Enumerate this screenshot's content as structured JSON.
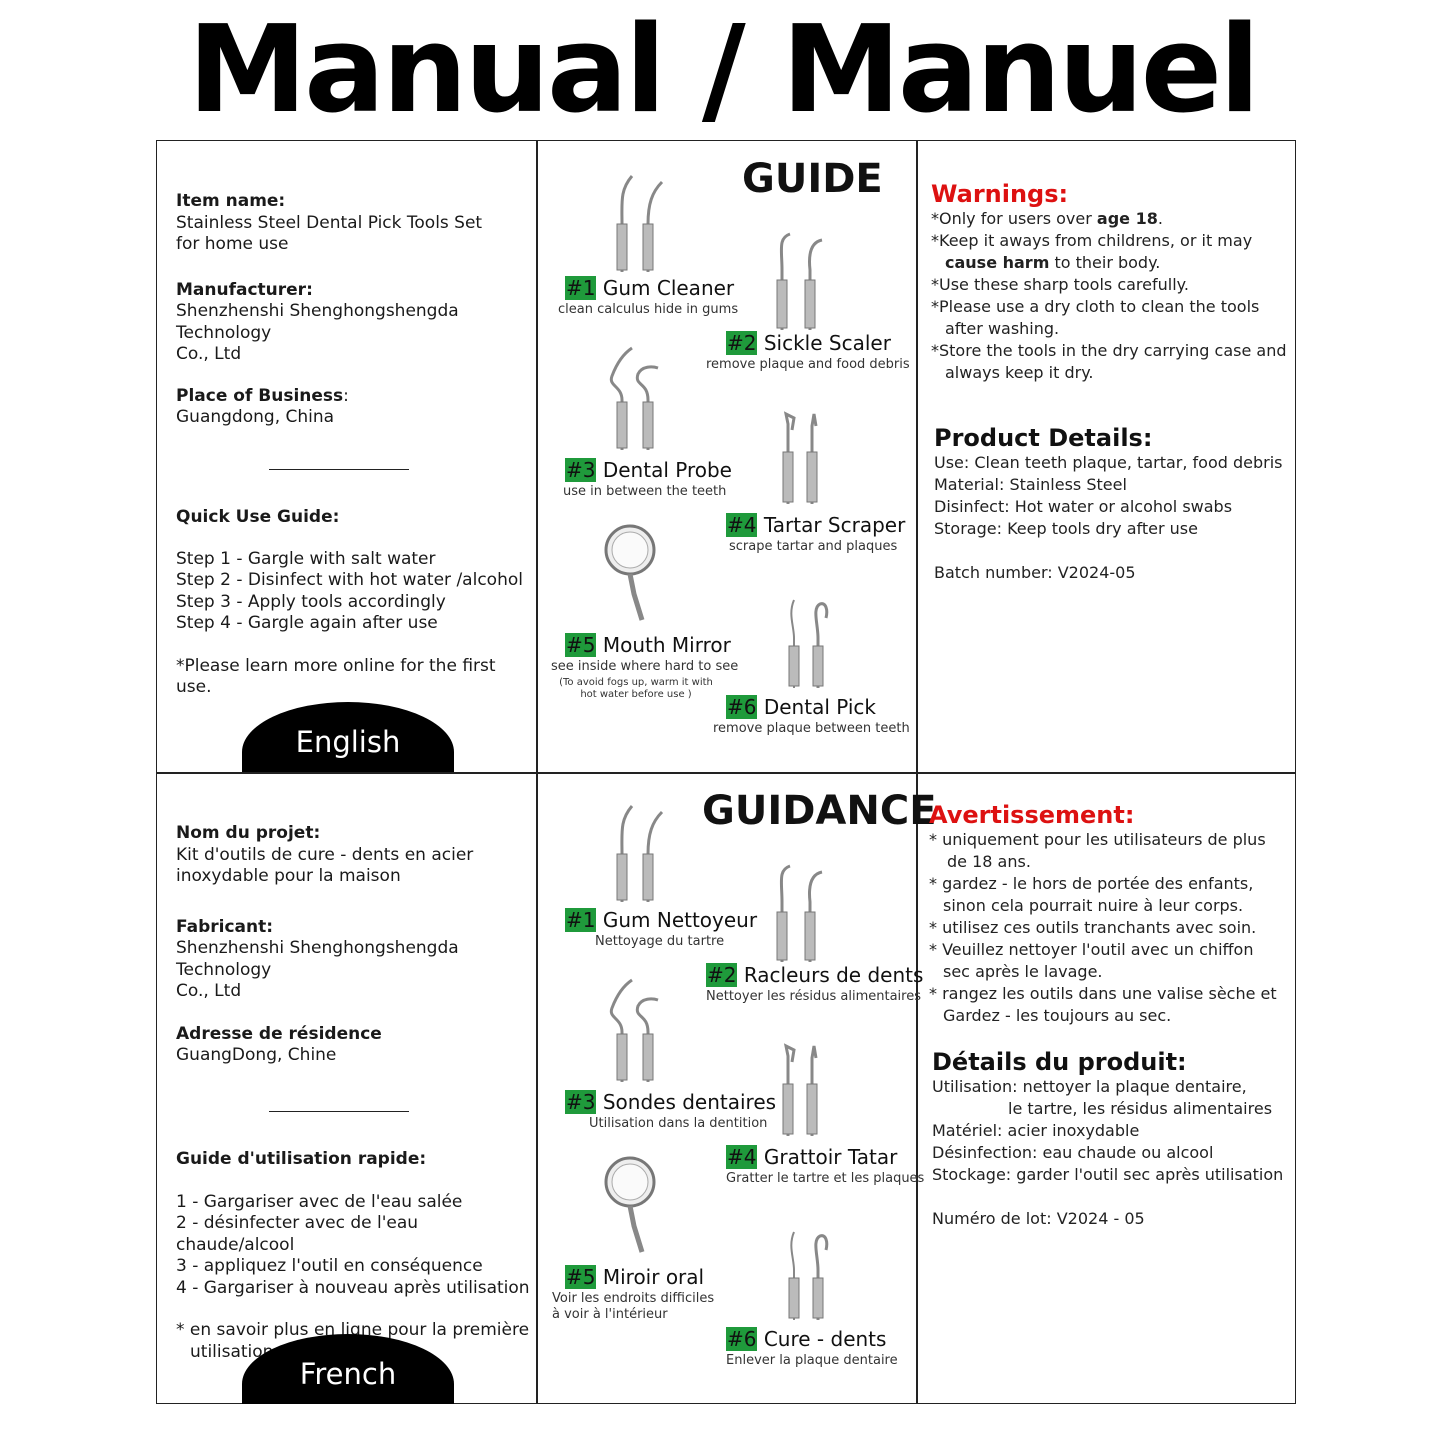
{
  "title": "Manual / Manuel",
  "english": {
    "info": {
      "item_label": "Item name:",
      "item_value_1": "Stainless Steel Dental Pick Tools Set",
      "item_value_2": "for home use",
      "mfr_label": "Manufacturer:",
      "mfr_value_1": "Shenzhenshi Shenghongshengda Technology",
      "mfr_value_2": "Co., Ltd",
      "place_label": "Place of Business",
      "place_colon": ":",
      "place_value": "Guangdong, China",
      "quick_label": "Quick Use Guide:",
      "steps": [
        "Step 1 - Gargle with salt water",
        "Step 2 - Disinfect with hot water /alcohol",
        "Step 3 - Apply tools accordingly",
        "Step 4 - Gargle again after use"
      ],
      "note": "*Please learn more online for the first use.",
      "language": "English"
    },
    "guide": {
      "heading": "GUIDE",
      "tools": [
        {
          "num": "#1",
          "name": "Gum Cleaner",
          "desc": "clean calculus hide in gums"
        },
        {
          "num": "#2",
          "name": "Sickle Scaler",
          "desc": "remove plaque and food debris"
        },
        {
          "num": "#3",
          "name": "Dental Probe",
          "desc": "use in between the teeth"
        },
        {
          "num": "#4",
          "name": "Tartar Scraper",
          "desc": "scrape tartar and plaques"
        },
        {
          "num": "#5",
          "name": "Mouth Mirror",
          "desc": "see inside where hard to see",
          "note_1": "(To avoid fogs up, warm it with",
          "note_2": "hot water before use )"
        },
        {
          "num": "#6",
          "name": "Dental Pick",
          "desc": "remove plaque between teeth"
        }
      ]
    },
    "warnings": {
      "heading": "Warnings:",
      "l1a": "*Only for users over ",
      "l1b": "age 18",
      "l1c": ".",
      "l2": "*Keep it aways from childrens, or it may",
      "l3a": "cause harm",
      "l3b": " to their body.",
      "l4": "*Use these sharp tools carefully.",
      "l5": "*Please use a dry cloth to clean the tools",
      "l6": "after washing.",
      "l7": "*Store the tools in the dry carrying case and",
      "l8": "always keep it dry.",
      "details_heading": "Product Details:",
      "d1": "Use: Clean teeth plaque, tartar, food debris",
      "d2": "Material: Stainless Steel",
      "d3": "Disinfect: Hot water or alcohol swabs",
      "d4": "Storage: Keep tools dry after use",
      "batch": "Batch number: V2024-05"
    }
  },
  "french": {
    "info": {
      "item_label": "Nom du projet:",
      "item_value_1": "Kit d'outils de cure - dents en acier",
      "item_value_2": "inoxydable pour la maison",
      "mfr_label": "Fabricant:",
      "mfr_value_1": "Shenzhenshi Shenghongshengda Technology",
      "mfr_value_2": "Co., Ltd",
      "place_label": "Adresse de résidence",
      "place_value": "GuangDong, Chine",
      "quick_label": "Guide d'utilisation rapide:",
      "steps": [
        "1 - Gargariser avec de l'eau salée",
        "2 - désinfecter avec de l'eau chaude/alcool",
        "3 - appliquez l'outil en conséquence",
        "4 - Gargariser à nouveau après utilisation"
      ],
      "note_1": "* en savoir plus en ligne pour la première",
      "note_2": "utilisation.",
      "language": "French"
    },
    "guide": {
      "heading": "GUIDANCE",
      "tools": [
        {
          "num": "#1",
          "name": "Gum Nettoyeur",
          "desc": "Nettoyage du tartre"
        },
        {
          "num": "#2",
          "name": "Racleurs de dents",
          "desc": "Nettoyer les résidus alimentaires"
        },
        {
          "num": "#3",
          "name": "Sondes dentaires",
          "desc": "Utilisation dans la dentition"
        },
        {
          "num": "#4",
          "name": "Grattoir Tatar",
          "desc": "Gratter le tartre et les plaques"
        },
        {
          "num": "#5",
          "name": "Miroir oral",
          "desc_1": "Voir les endroits difficiles",
          "desc_2": "à voir à l'intérieur"
        },
        {
          "num": "#6",
          "name": "Cure - dents",
          "desc": "Enlever la plaque dentaire"
        }
      ]
    },
    "warnings": {
      "heading": "Avertissement:",
      "l1": "* uniquement pour les utilisateurs de plus",
      "l2": "de 18 ans.",
      "l3": "* gardez - le hors de portée des enfants,",
      "l4": "sinon cela pourrait nuire à leur corps.",
      "l5": "* utilisez ces outils tranchants avec soin.",
      "l6": "* Veuillez nettoyer l'outil avec un chiffon",
      "l7": "sec après le lavage.",
      "l8": "* rangez les outils dans une valise sèche et",
      "l9": "Gardez - les toujours au sec.",
      "details_heading": "Détails du produit:",
      "d1": "Utilisation: nettoyer la plaque dentaire,",
      "d2": "le tartre, les résidus alimentaires",
      "d3": "Matériel: acier inoxydable",
      "d4": "Désinfection: eau chaude ou alcool",
      "d5": "Stockage: garder l'outil sec après utilisation",
      "batch": "Numéro de lot: V2024 - 05"
    }
  },
  "colors": {
    "accent_red": "#dd1111",
    "number_green": "#1f9a3b",
    "text": "#1a1a1a"
  }
}
